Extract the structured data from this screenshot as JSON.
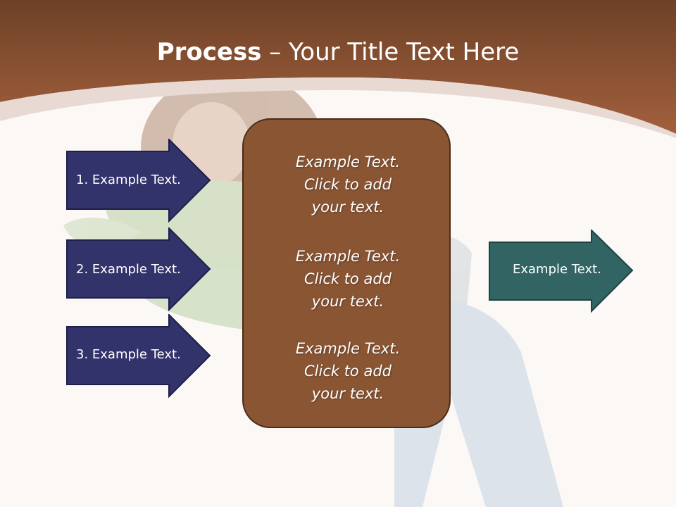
{
  "title": {
    "bold": "Process",
    "rest": " – Your Title Text Here"
  },
  "left_arrows": [
    {
      "label": "1. Example Text."
    },
    {
      "label": "2. Example Text."
    },
    {
      "label": "3. Example Text."
    }
  ],
  "center_blocks": [
    {
      "text": "Example Text.\nClick  to add\nyour text."
    },
    {
      "text": "Example Text.\nClick  to add\nyour text."
    },
    {
      "text": "Example Text.\nClick  to add\nyour text."
    }
  ],
  "right_arrow": {
    "label": "Example Text."
  },
  "colors": {
    "header": "#99593a",
    "left_arrow_fill": "#33336b",
    "right_arrow_fill": "#326464",
    "center_box": "#8a5533",
    "background": "#fbf8f5"
  }
}
